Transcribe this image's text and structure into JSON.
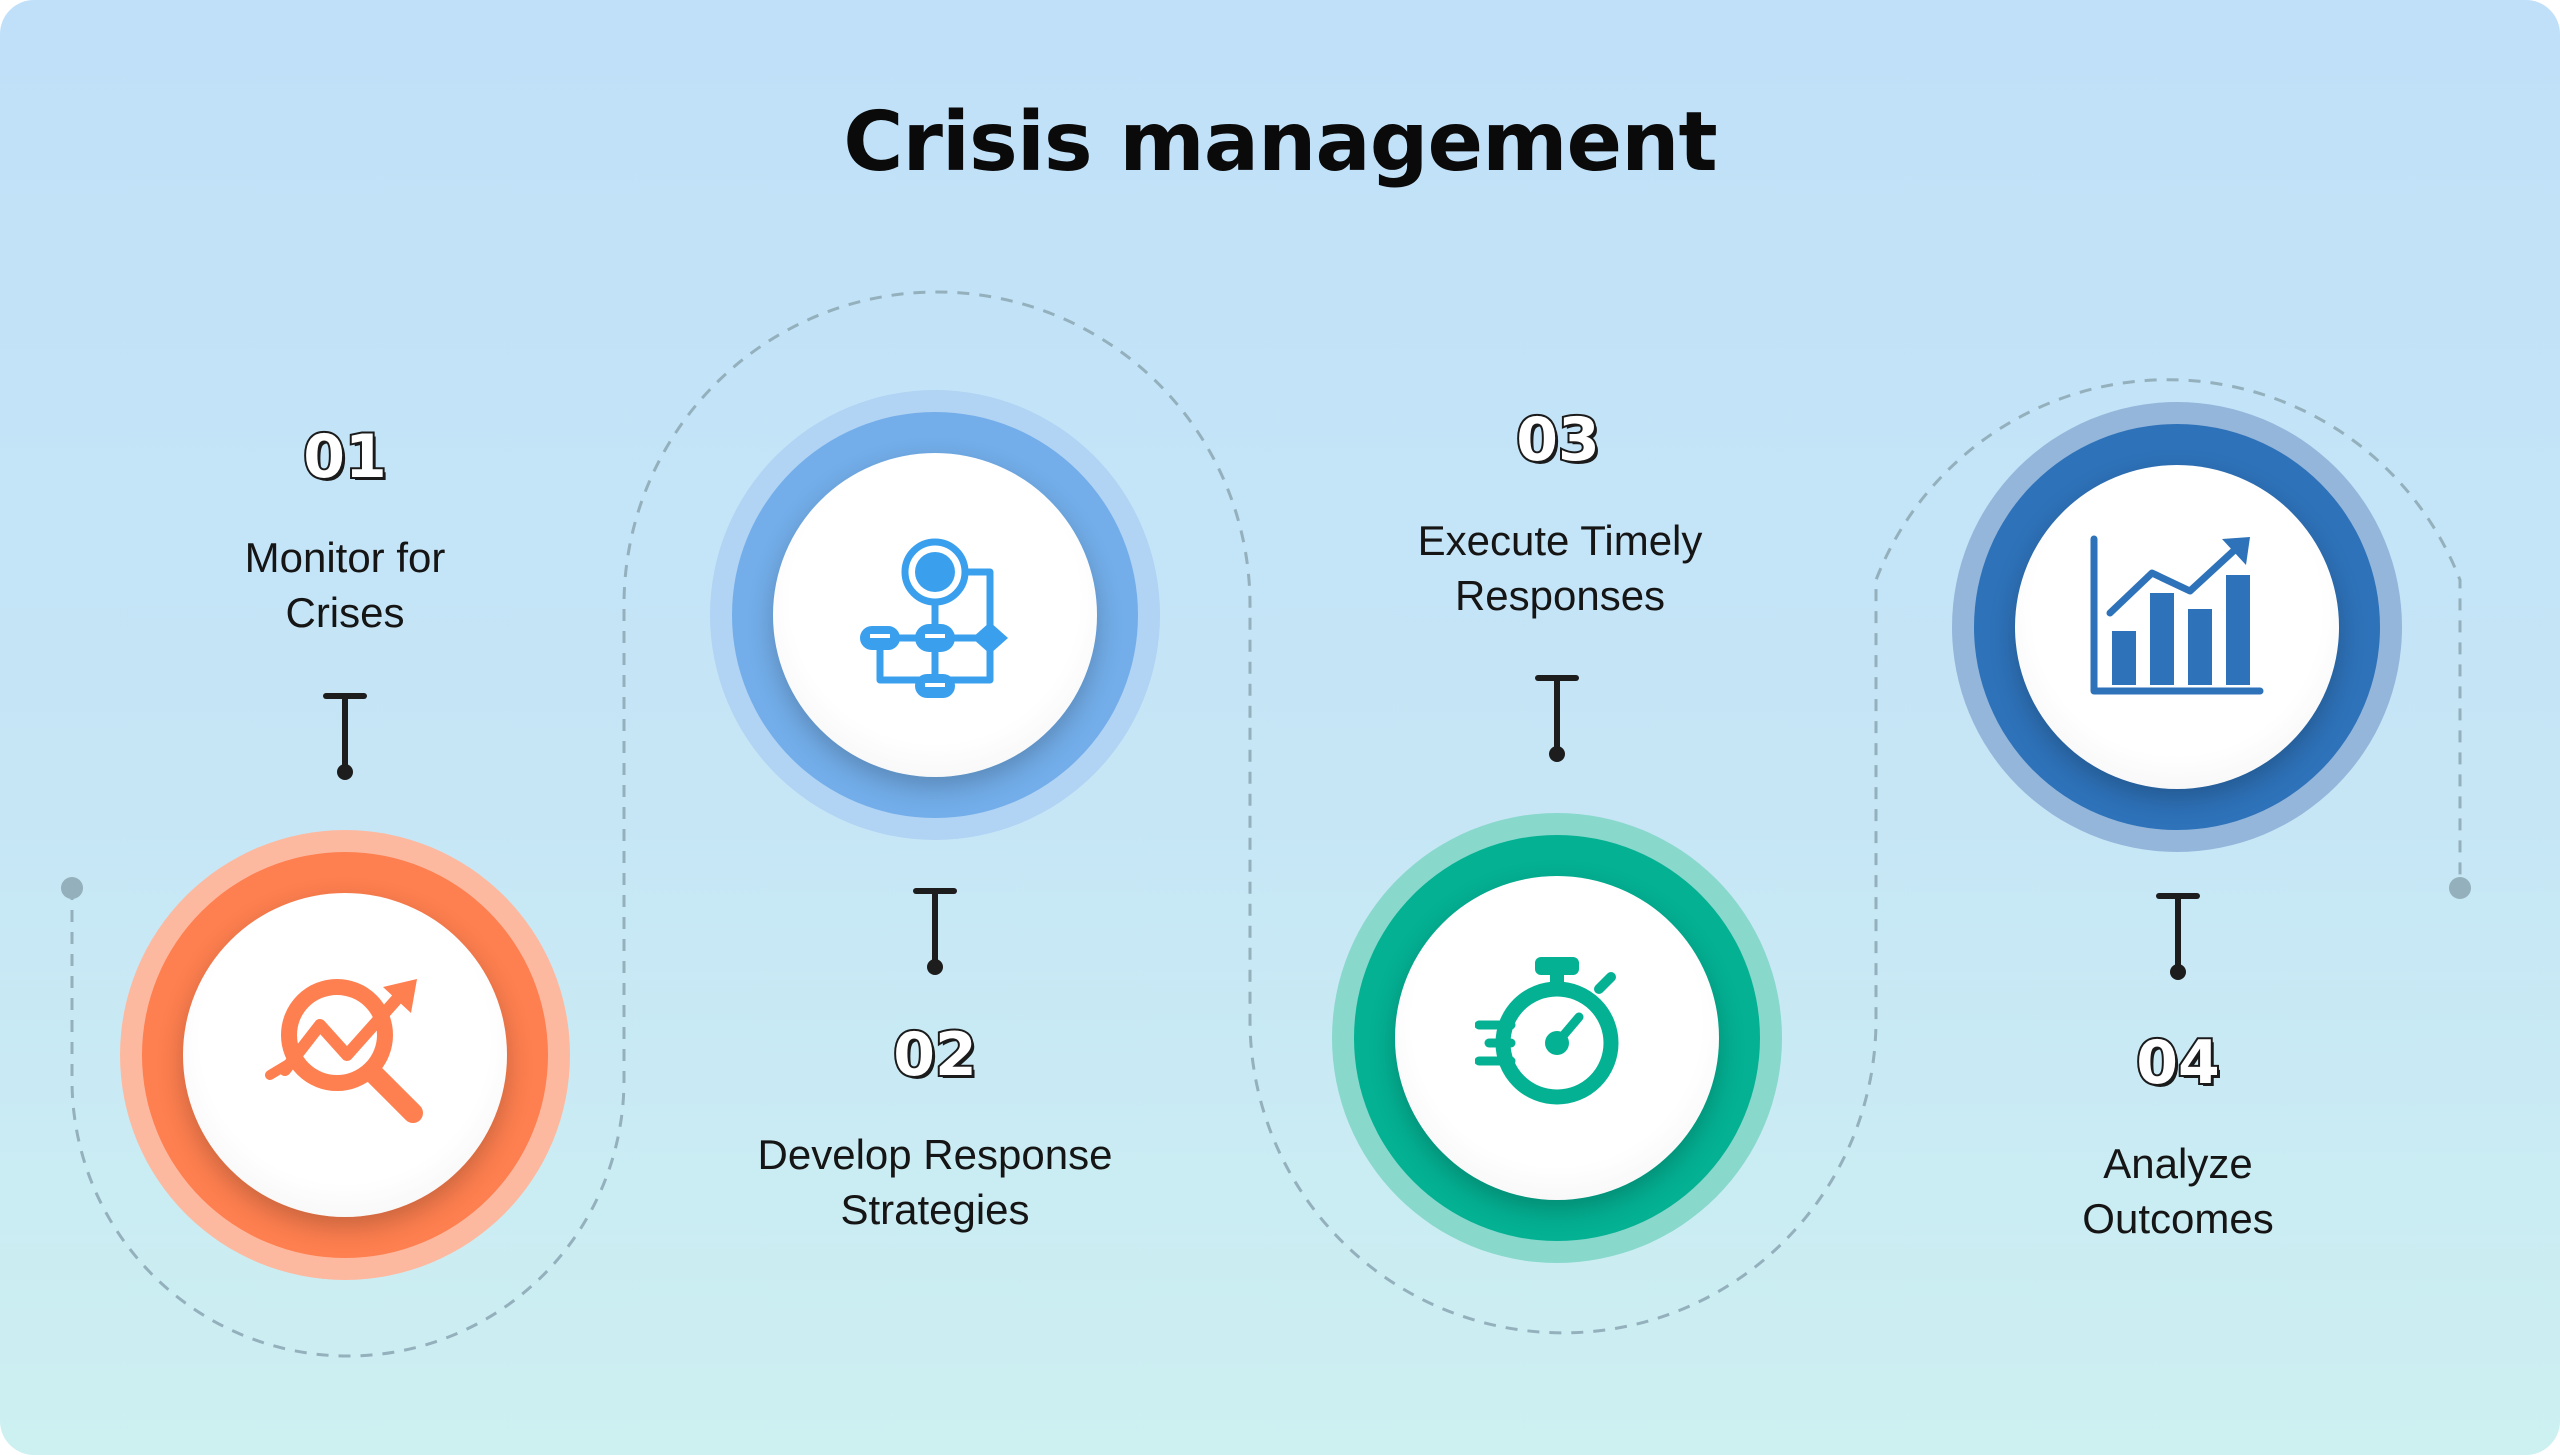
{
  "title": "Crisis management",
  "steps": [
    {
      "number": "01",
      "label_lines": [
        "Monitor for",
        "Crises"
      ],
      "icon": "trend-magnifier-icon",
      "color": "#fe7f4f",
      "halo": "#fdb9a0"
    },
    {
      "number": "02",
      "label_lines": [
        "Develop Response",
        "Strategies"
      ],
      "icon": "workflow-gear-icon",
      "color": "#73aeea",
      "halo": "#b1d3f4"
    },
    {
      "number": "03",
      "label_lines": [
        "Execute Timely",
        "Responses"
      ],
      "icon": "stopwatch-speed-icon",
      "color": "#04b193",
      "halo": "#88d8cc"
    },
    {
      "number": "04",
      "label_lines": [
        "Analyze",
        "Outcomes"
      ],
      "icon": "bar-chart-growth-icon",
      "color": "#2e72b9",
      "halo": "#94b6db"
    }
  ]
}
